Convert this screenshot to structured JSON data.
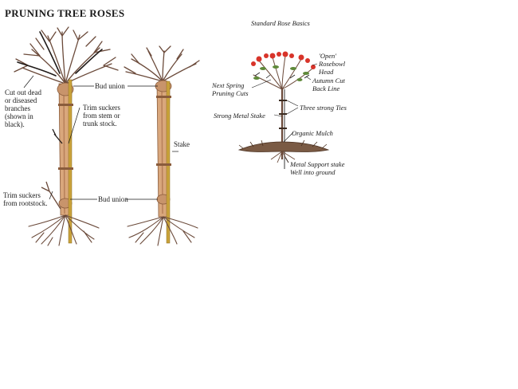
{
  "left_diagram": {
    "title": "PRUNING TREE ROSES",
    "labels": {
      "cut_out": "Cut out dead or diseased branches (shown in black).",
      "bud_union_top": "Bud union",
      "trim_suckers_stem": "Trim suckers from stem or trunk stock.",
      "stake": "Stake",
      "trim_suckers_root": "Trim suckers from rootstock.",
      "bud_union_bottom": "Bud union"
    }
  },
  "right_diagram": {
    "title": "Standard Rose Basics",
    "labels": {
      "open_head": "'Open' Rosebowl Head",
      "autumn_cut": "Autumn Cut Back Line",
      "next_spring": "Next Spring Pruning Cuts",
      "three_ties": "Three strong Ties",
      "metal_stake": "Strong Metal Stake",
      "mulch": "Organic Mulch",
      "support": "Metal Support stake Well into ground"
    }
  },
  "colors": {
    "trunk": "#d9a77c",
    "trunk_shade": "#b7805a",
    "stake": "#c9a23a",
    "branch": "#6b4a3a",
    "dead": "#1f1a18",
    "rose": "#d8342a",
    "soil": "#7a5a44"
  }
}
